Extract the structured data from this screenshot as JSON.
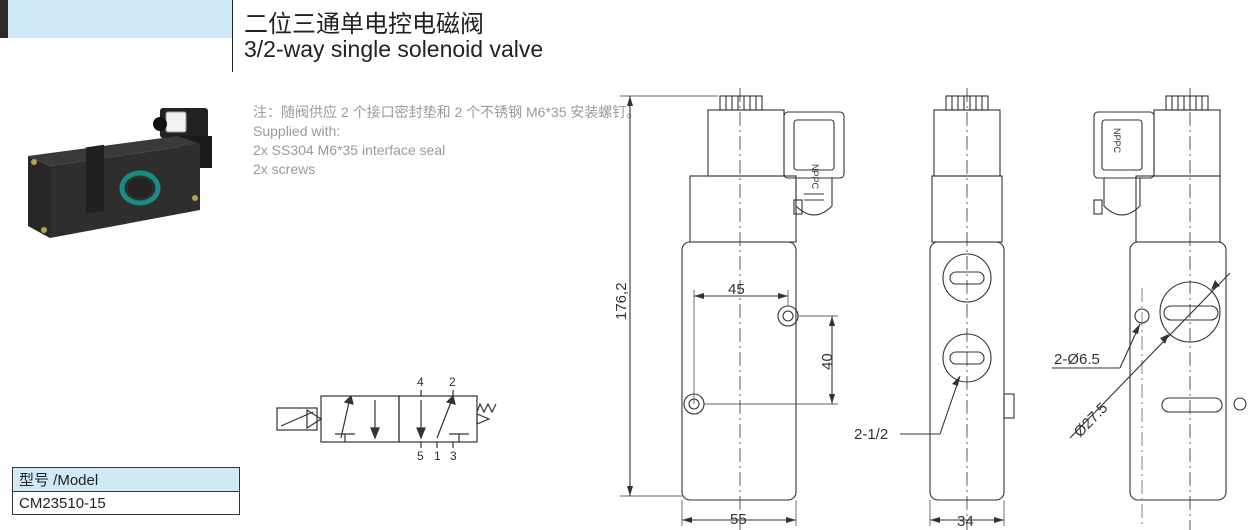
{
  "header": {
    "title_cn": "二位三通单电控电磁阀",
    "title_en": "3/2-way single solenoid valve"
  },
  "notes": {
    "line1": "注：随阀供应 2 个接口密封垫和 2 个不锈钢 M6*35 安装螺钉。",
    "line2": "Supplied with:",
    "line3": "2x SS304 M6*35 interface seal",
    "line4": "2x screws"
  },
  "model": {
    "header": "型号 /Model",
    "value": "CM23510-15"
  },
  "symbol": {
    "port_4": "4",
    "port_2": "2",
    "port_5": "5",
    "port_1": "1",
    "port_3": "3"
  },
  "dimensions": {
    "height": "176,2",
    "hole_spacing_h": "45",
    "hole_spacing_v": "40",
    "width_front": "55",
    "width_side": "34",
    "port_size": "2-1/2",
    "hole_dia": "2-Ø6.5",
    "bore_dia": "Ø27.5",
    "coil_brand": "NPPC"
  },
  "colors": {
    "header_band": "#cfe9f5",
    "line": "#333333",
    "note_text": "#9a9a9a"
  }
}
